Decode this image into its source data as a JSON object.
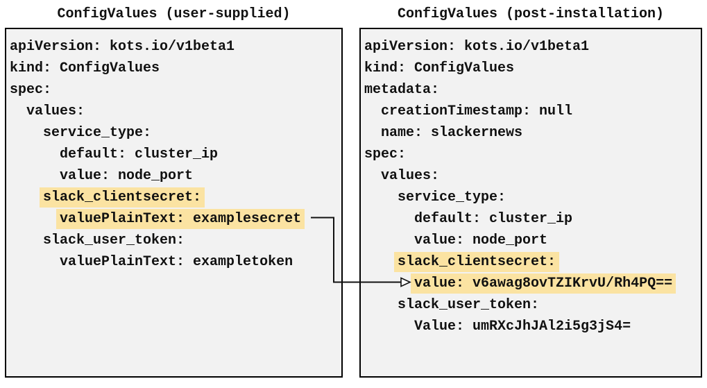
{
  "panels": [
    {
      "id": "user-supplied",
      "title": "ConfigValues (user-supplied)",
      "lines": [
        {
          "indent": 0,
          "text": "apiVersion: kots.io/v1beta1"
        },
        {
          "indent": 0,
          "text": "kind: ConfigValues"
        },
        {
          "indent": 0,
          "text": "spec:"
        },
        {
          "indent": 1,
          "text": "values:"
        },
        {
          "indent": 2,
          "text": "service_type:"
        },
        {
          "indent": 3,
          "text": "default: cluster_ip"
        },
        {
          "indent": 3,
          "text": "value: node_port"
        },
        {
          "indent": 2,
          "text": "slack_clientsecret:",
          "highlight": true
        },
        {
          "indent": 3,
          "text": "valuePlainText: examplesecret",
          "highlight": true
        },
        {
          "indent": 2,
          "text": "slack_user_token:"
        },
        {
          "indent": 3,
          "text": "valuePlainText: exampletoken"
        }
      ]
    },
    {
      "id": "post-installation",
      "title": "ConfigValues (post-installation)",
      "lines": [
        {
          "indent": 0,
          "text": "apiVersion: kots.io/v1beta1"
        },
        {
          "indent": 0,
          "text": "kind: ConfigValues"
        },
        {
          "indent": 0,
          "text": "metadata:"
        },
        {
          "indent": 1,
          "text": "creationTimestamp: null"
        },
        {
          "indent": 1,
          "text": "name: slackernews"
        },
        {
          "indent": 0,
          "text": "spec:"
        },
        {
          "indent": 1,
          "text": "values:"
        },
        {
          "indent": 2,
          "text": "service_type:"
        },
        {
          "indent": 3,
          "text": "default: cluster_ip"
        },
        {
          "indent": 3,
          "text": "value: node_port"
        },
        {
          "indent": 2,
          "text": "slack_clientsecret:",
          "highlight": true
        },
        {
          "indent": 3,
          "text": "value: v6awag8ovTZIKrvU/Rh4PQ==",
          "highlight": true
        },
        {
          "indent": 2,
          "text": "slack_user_token:"
        },
        {
          "indent": 3,
          "text": "Value: umRXcJhJAl2i5g3jS4="
        }
      ]
    }
  ],
  "connector": {
    "from_text": "valuePlainText: examplesecret",
    "to_text": "value: v6awag8ovTZIKrvU/Rh4PQ=="
  },
  "colors": {
    "panel_background": "#f2f2f2",
    "panel_border": "#000000",
    "highlight": "#fbe3a2",
    "text": "#111111",
    "arrow": "#111111"
  }
}
